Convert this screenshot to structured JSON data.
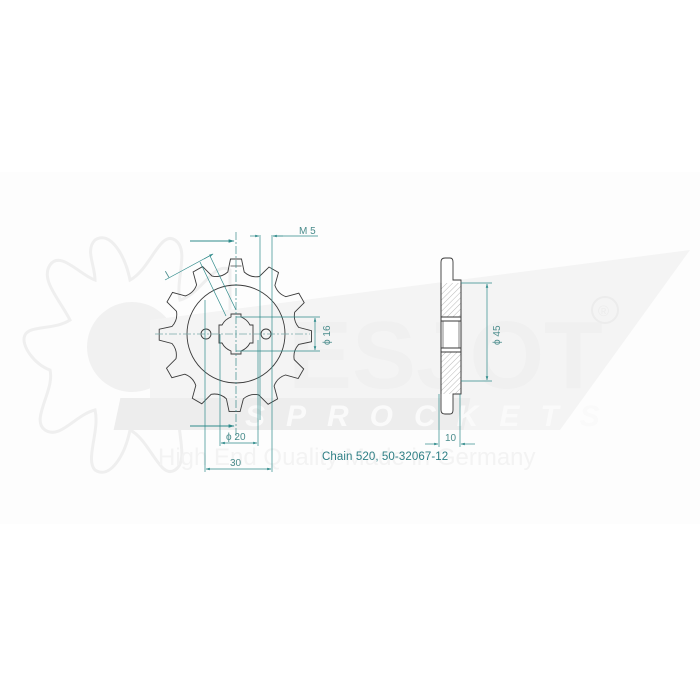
{
  "drawing": {
    "part_number": "50-32067-12",
    "chain": "520",
    "teeth": 12,
    "caption": "Chain 520, 50-32067-12",
    "dimensions": {
      "thread": "M 5",
      "spline_dia": "ϕ 16",
      "hub_dia": "ϕ 45",
      "bolt_circle_dia": "ϕ 20",
      "hole_spacing": "30",
      "thickness": "10",
      "angle_label": "l"
    }
  },
  "watermark": {
    "brand": "ESJOT",
    "registered": "®",
    "subtitle": "SPROCKETS",
    "tagline": "High End Quality Made in Germany"
  },
  "colors": {
    "line": "#3a3a3a",
    "dimension": "#2e8a8a",
    "caption": "#2e7f85",
    "watermark": "#ececec",
    "background": "#ffffff"
  }
}
